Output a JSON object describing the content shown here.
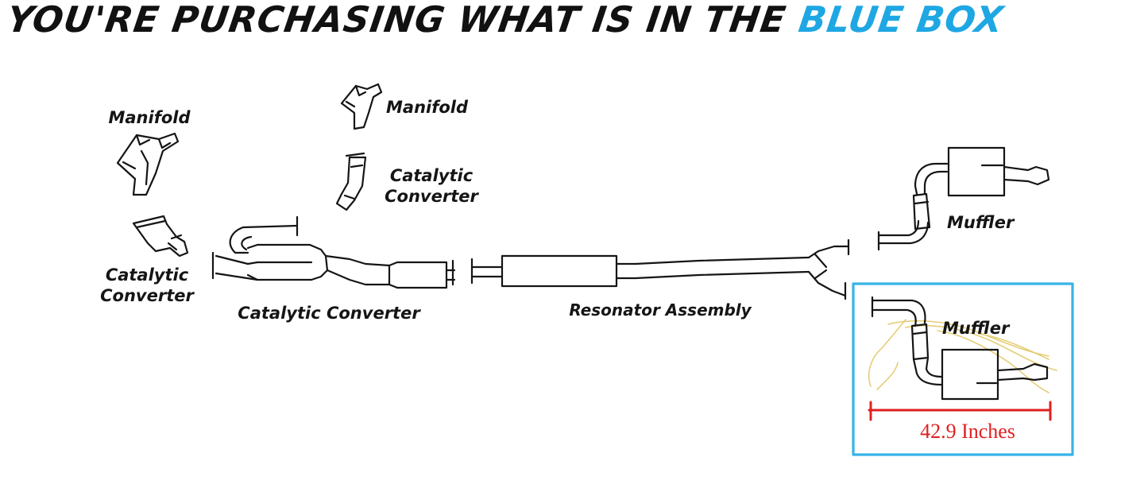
{
  "headline": {
    "text_dark": "YOU'RE PURCHASING WHAT IS IN THE ",
    "text_highlight": "BLUE BOX",
    "highlight_color": "#1ea7e3"
  },
  "labels": {
    "manifold_left": "Manifold",
    "manifold_top": "Manifold",
    "catalytic_left_line1": "Catalytic",
    "catalytic_left_line2": "Converter",
    "catalytic_top_line1": "Catalytic",
    "catalytic_top_line2": "Converter",
    "catalytic_main": "Catalytic Converter",
    "resonator": "Resonator Assembly",
    "muffler_top": "Muffler",
    "muffler_boxed": "Muffler"
  },
  "measurement": {
    "text": "42.9 Inches",
    "color": "#e02020"
  },
  "colors": {
    "outline": "#151515",
    "box_border": "#36b3e6",
    "watermark": "#e3c96a"
  },
  "icons": [
    "manifold-icon",
    "catalytic-converter-icon",
    "resonator-icon",
    "muffler-icon",
    "horse-watermark-icon"
  ]
}
